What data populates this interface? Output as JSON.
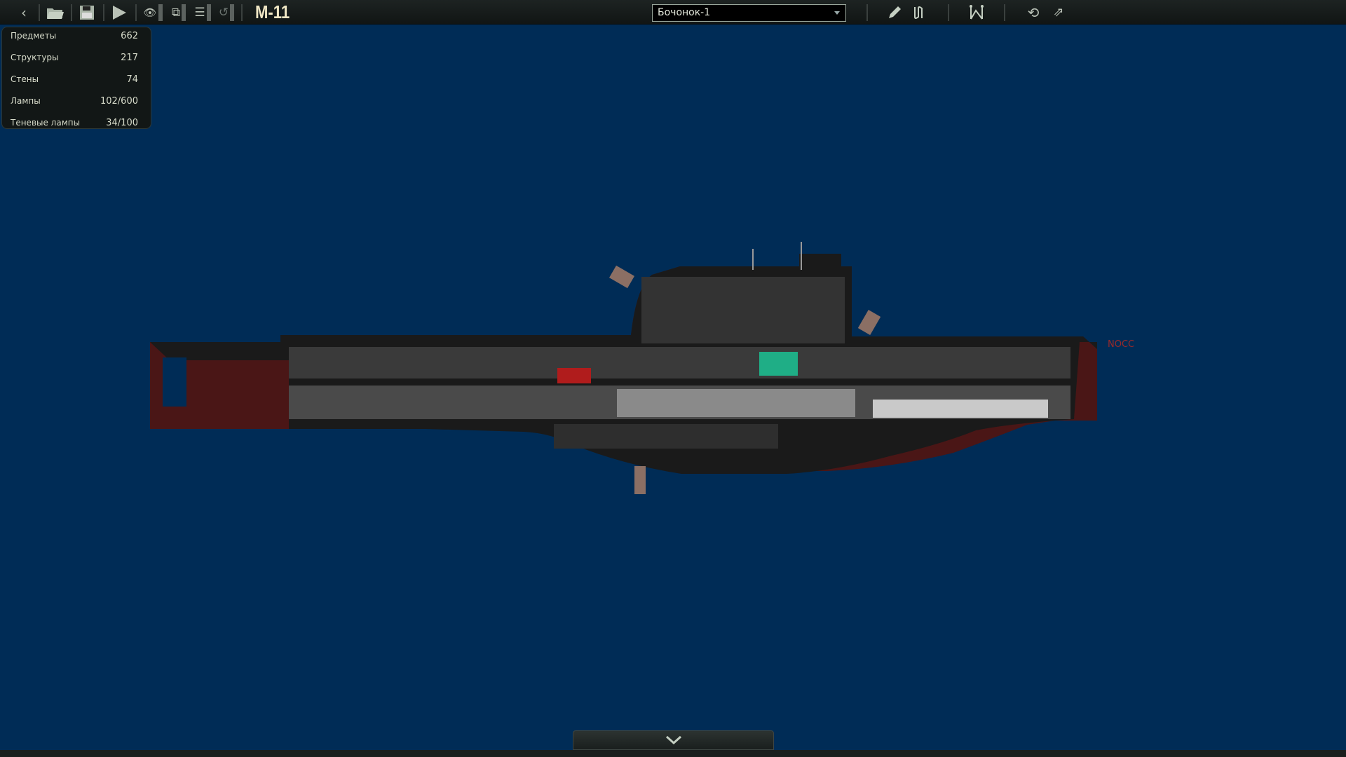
{
  "toolbar": {
    "title": "M-11",
    "submarine_select": {
      "value": "Бочонок-1"
    },
    "icons": [
      "back-icon",
      "open-folder-icon",
      "save-icon",
      "play-icon",
      "visibility-icon",
      "layers-icon",
      "list-icon",
      "undo-icon",
      "pencil-icon",
      "wiring-icon",
      "waypoints-icon",
      "reset-view-icon",
      "export-icon"
    ]
  },
  "stats": [
    {
      "label": "Предметы",
      "value": "662"
    },
    {
      "label": "Структуры",
      "value": "217"
    },
    {
      "label": "Стены",
      "value": "74"
    },
    {
      "label": "Лампы",
      "value": "102/600"
    },
    {
      "label": "Теневые лампы",
      "value": "34/100"
    }
  ],
  "submarine": {
    "hull_label": "NOCC"
  },
  "colors": {
    "background": "#002c56",
    "hull": "#4a1616",
    "panel": "#121716"
  }
}
